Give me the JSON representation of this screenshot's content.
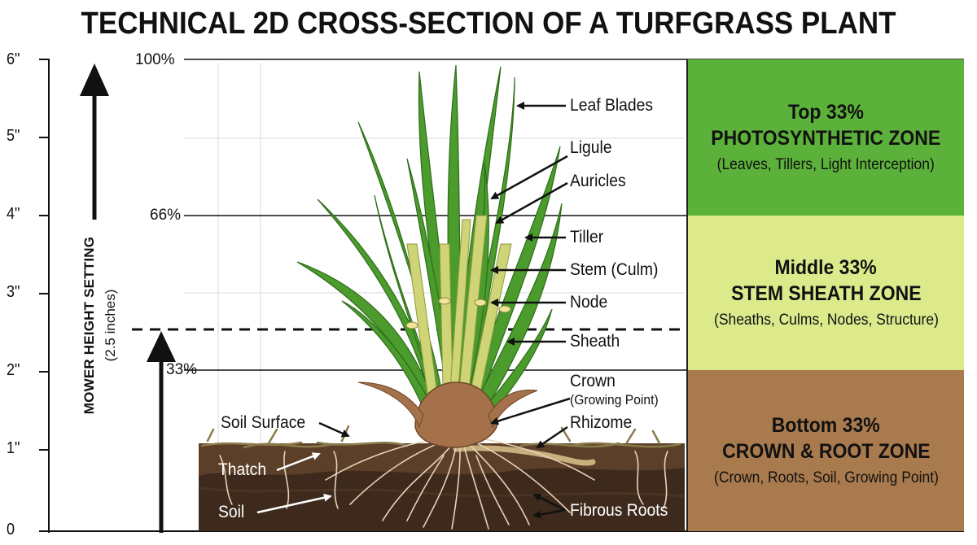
{
  "title": "TECHNICAL 2D CROSS-SECTION OF A TURFGRASS PLANT",
  "axis": {
    "ticks": [
      "0",
      "1\"",
      "2\"",
      "3\"",
      "4\"",
      "5\"",
      "6\""
    ],
    "percent_marks": [
      "33%",
      "66%",
      "100%"
    ]
  },
  "mower": {
    "label": "MOWER HEIGHT SETTING",
    "value": "(2.5 inches)",
    "height_inches": 2.5
  },
  "zones": [
    {
      "title": "Top 33%",
      "name": "PHOTOSYNTHETIC ZONE",
      "desc": "(Leaves, Tillers, Light Interception)",
      "color": "#5cb13a"
    },
    {
      "title": "Middle 33%",
      "name": "STEM SHEATH ZONE",
      "desc": "(Sheaths, Culms, Nodes, Structure)",
      "color": "#dcea8c"
    },
    {
      "title": "Bottom 33%",
      "name": "CROWN & ROOT ZONE",
      "desc": "(Crown, Roots, Soil, Growing Point)",
      "color": "#a97a4d"
    }
  ],
  "labels": {
    "leaf_blades": "Leaf Blades",
    "ligule": "Ligule",
    "auricles": "Auricles",
    "tiller": "Tiller",
    "stem": "Stem (Culm)",
    "node": "Node",
    "sheath": "Sheath",
    "crown": "Crown",
    "growing_point": "(Growing Point)",
    "rhizome": "Rhizome",
    "soil_surface": "Soil Surface",
    "thatch": "Thatch",
    "soil": "Soil",
    "fibrous_roots": "Fibrous Roots"
  },
  "colors": {
    "leaf": "#4a9a2c",
    "leaf_light": "#7cc455",
    "sheath": "#d7d77a",
    "crown": "#a5714a",
    "soil_dark": "#3e2a1c",
    "soil_mid": "#5a3d28",
    "root": "#e8d6bd"
  }
}
